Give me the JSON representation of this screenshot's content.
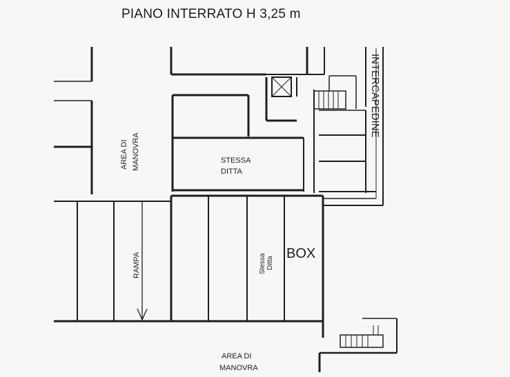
{
  "title": "PIANO INTERRATO H 3,25 m",
  "labels": {
    "intercapedine": "INTERCAPEDINE",
    "area_manovra_top_line1": "AREA DI",
    "area_manovra_top_line2": "MANOVRA",
    "stessa_ditta_room_line1": "STESSA",
    "stessa_ditta_room_line2": "DITTA",
    "rampa": "RAMPA",
    "stessa_ditta_box_line1": "Stessa",
    "stessa_ditta_box_line2": "Ditta",
    "box": "BOX",
    "area_manovra_bottom_line1": "AREA DI",
    "area_manovra_bottom_line2": "MANOVRA"
  },
  "colors": {
    "ink": "#1e1e1e",
    "paper": "#f7f7f5"
  }
}
